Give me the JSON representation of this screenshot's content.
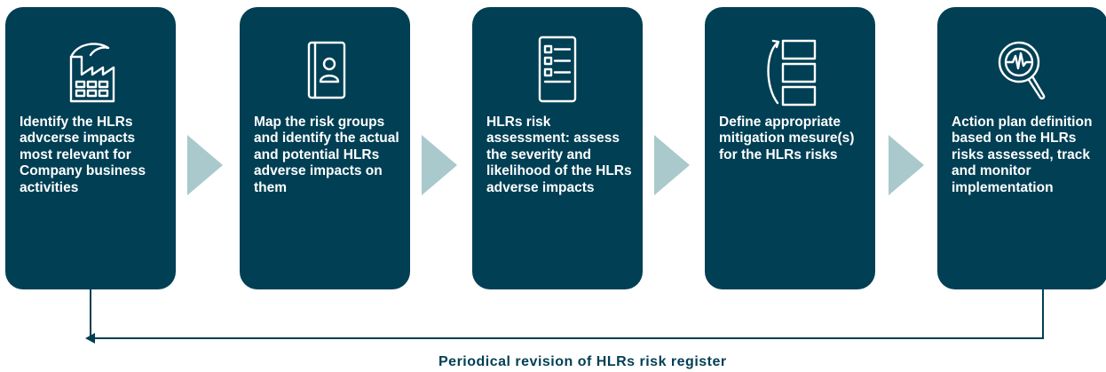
{
  "steps": [
    {
      "icon": "factory-icon",
      "text": "Identify the HLRs advcerse impacts most relevant for Company business activities"
    },
    {
      "icon": "contact-book-icon",
      "text": "Map the risk groups and identify the actual and potential HLRs adverse impacts on them"
    },
    {
      "icon": "checklist-document-icon",
      "text": "HLRs risk assessment: assess the severity and likelihood of the HLRs adverse impacts"
    },
    {
      "icon": "cycle-list-icon",
      "text": "Define appropriate mitigation mesure(s) for the HLRs risks"
    },
    {
      "icon": "magnifier-pulse-icon",
      "text": "Action plan definition based on the HLRs risks assessed, track and monitor implementation"
    }
  ],
  "loop_label": "Periodical revision of HLRs risk register",
  "colors": {
    "card": "#003f54",
    "arrow": "#a9c9cc",
    "line": "#003f54",
    "icon_stroke": "#ffffff"
  }
}
